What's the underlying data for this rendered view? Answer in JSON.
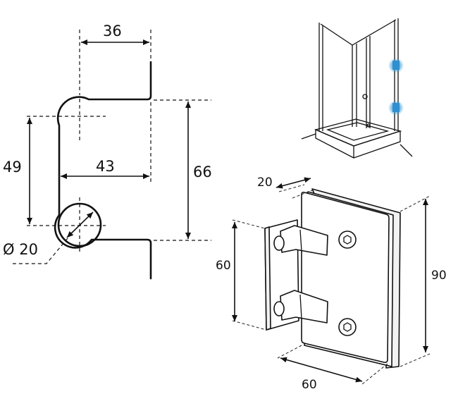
{
  "profile_drawing": {
    "width_top": "36",
    "height_left": "49",
    "width_mid": "43",
    "height_right": "66",
    "hole_diameter": "Ø 20"
  },
  "hinge_drawing": {
    "depth": "20",
    "height_inner": "60",
    "height_outer": "90",
    "width_bottom": "60"
  },
  "shower_illustration": {
    "marker_color": "#3a9fd8"
  }
}
